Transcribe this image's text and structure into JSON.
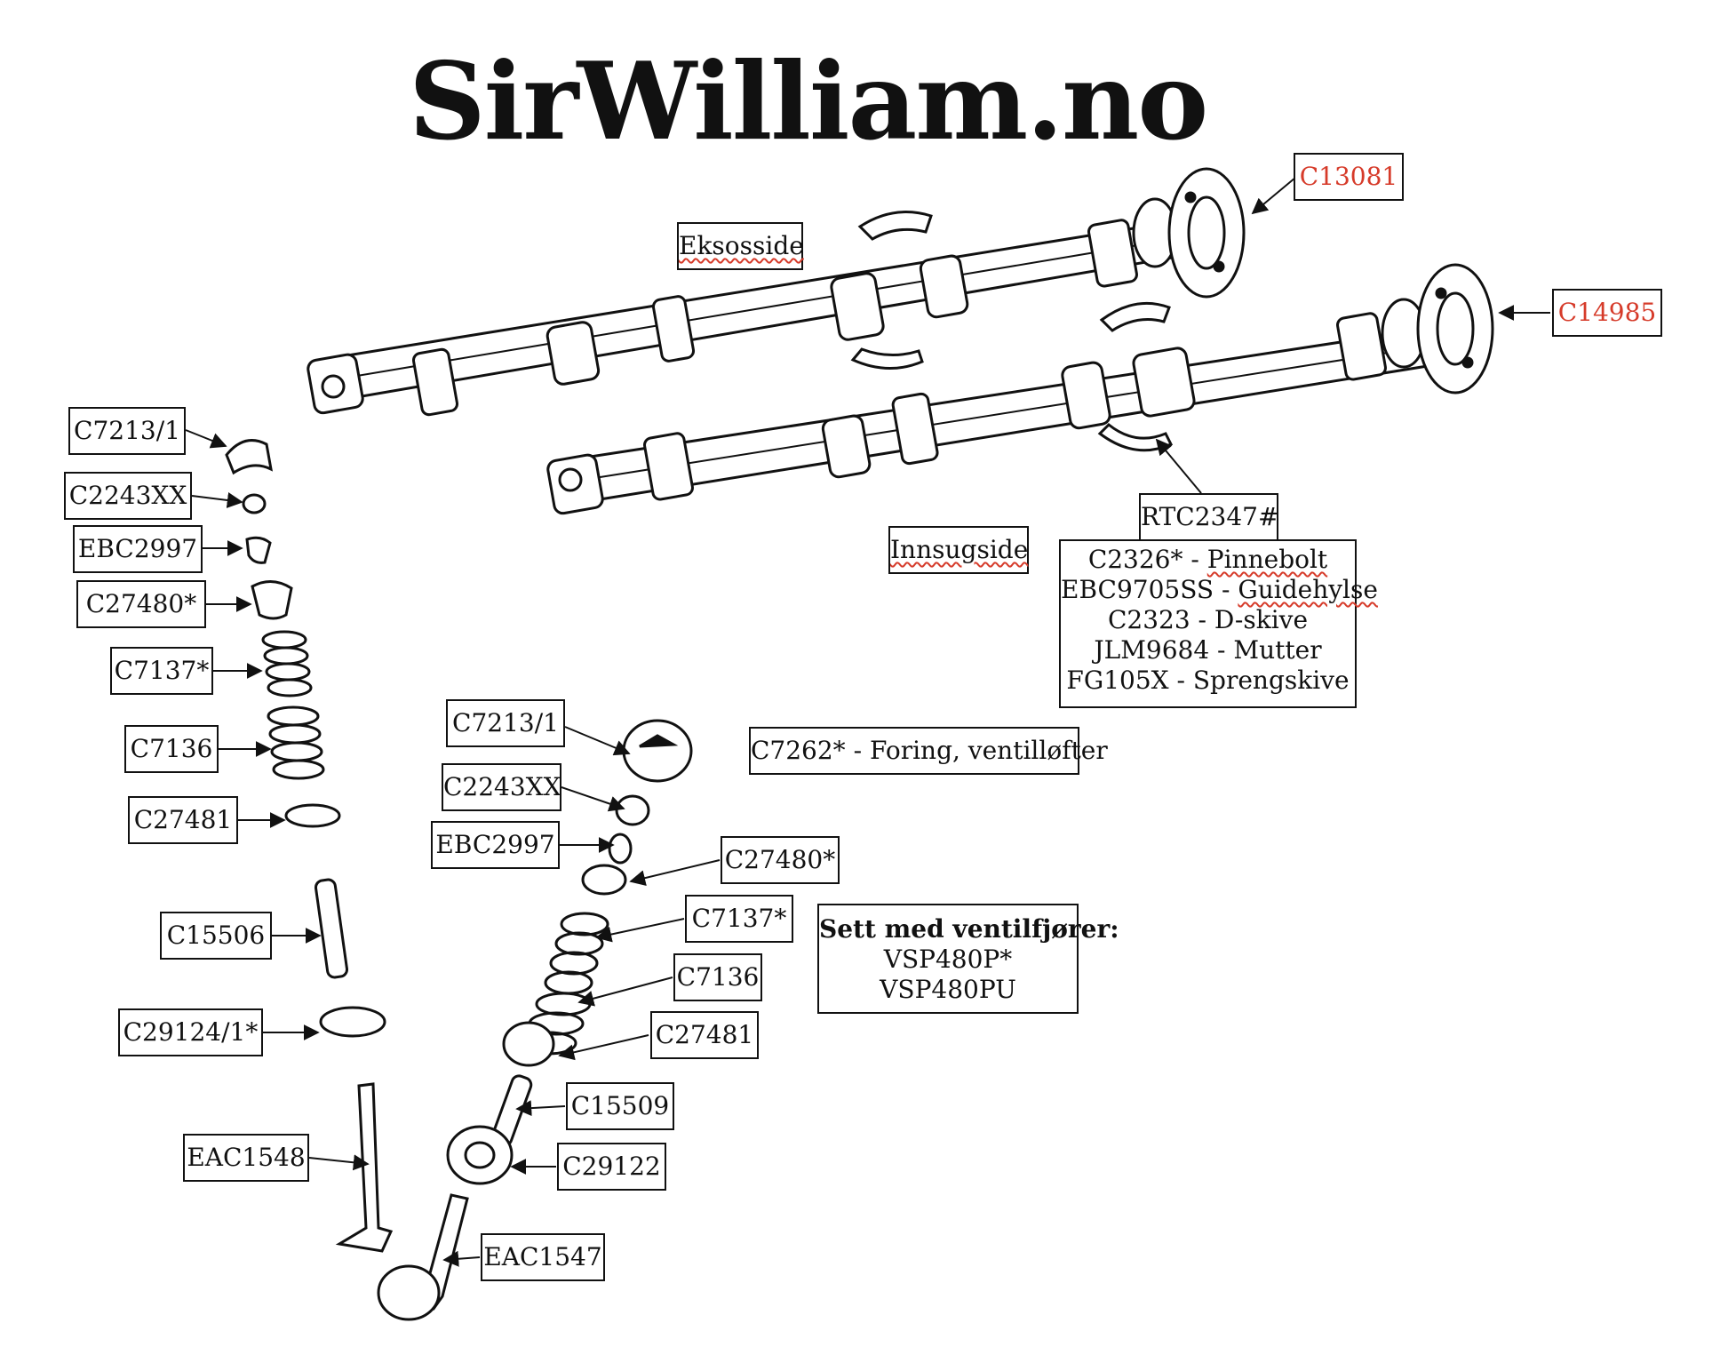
{
  "logo": "SirWilliam.no",
  "labels": {
    "c13081": "C13081",
    "c14985": "C14985",
    "eksosside": "Eksosside",
    "innsugside": "Innsugside",
    "rtc2347": "RTC2347#",
    "c7262": "C7262* - Foring, ventilløfter",
    "left_c7213": "C7213/1",
    "left_c2243": "C2243XX",
    "left_ebc2997": "EBC2997",
    "left_c27480": "C27480*",
    "left_c7137": "C7137*",
    "left_c7136": "C7136",
    "left_c27481": "C27481",
    "left_c15506": "C15506",
    "left_c29124": "C29124/1*",
    "left_eac1548": "EAC1548",
    "mid_c7213": "C7213/1",
    "mid_c2243": "C2243XX",
    "mid_ebc2997": "EBC2997",
    "mid_c27480": "C27480*",
    "mid_c7137": "C7137*",
    "mid_c7136": "C7136",
    "mid_c27481": "C27481",
    "mid_c15509": "C15509",
    "mid_c29122": "C29122",
    "mid_eac1547": "EAC1547"
  },
  "fasteners": [
    {
      "code": "C2326* - ",
      "name": "Pinnebolt"
    },
    {
      "code": "EBC9705SS - ",
      "name": "Guidehylse"
    },
    {
      "code": "C2323 - ",
      "name": "D-skive"
    },
    {
      "code": "JLM9684 - ",
      "name": "Mutter"
    },
    {
      "code": "FG105X - ",
      "name": "Sprengskive"
    }
  ],
  "kit": {
    "title": "Sett med ventilfjører:",
    "line1": "VSP480P*",
    "line2": "VSP480PU"
  },
  "colors": {
    "ink": "#111111",
    "highlight": "#d63b2a",
    "paper": "#ffffff"
  }
}
